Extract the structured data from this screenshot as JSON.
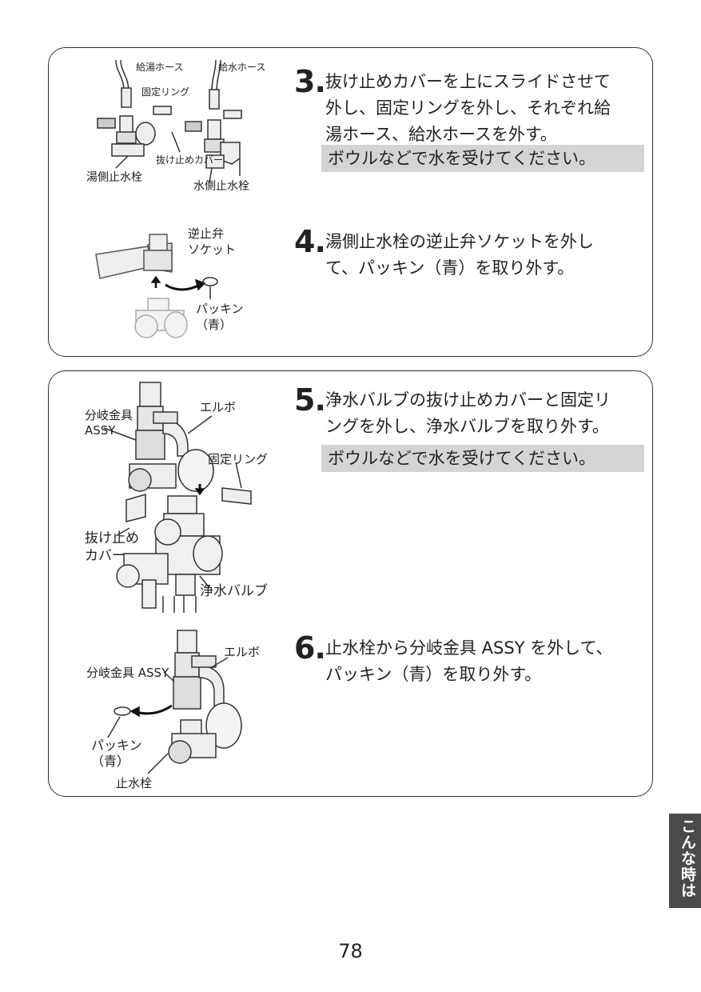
{
  "steps": [
    {
      "number": "3.",
      "text": "抜け止めカバーを上にスライドさせて\n外し、固定リングを外し、それぞれ給\n湯ホース、給水ホースを外す。",
      "note": "ボウルなどで水を受けてください。"
    },
    {
      "number": "4.",
      "text": "湯側止水栓の逆止弁ソケットを外し\nて、パッキン（青）を取り外す。"
    },
    {
      "number": "5.",
      "text": "浄水バルブの抜け止めカバーと固定リ\nングを外し、浄水バルブを取り外す。",
      "note": "ボウルなどで水を受けてください。"
    },
    {
      "number": "6.",
      "text": "止水栓から分岐金具 ASSY を外して、\nパッキン（青）を取り外す。"
    }
  ],
  "figure3": {
    "hot_hose": "給湯ホース",
    "cold_hose": "給水ホース",
    "fixing_ring": "固定リング",
    "retaining_cover": "抜け止めカバー",
    "hot_valve": "湯側止水栓",
    "cold_valve": "水側止水栓"
  },
  "figure4": {
    "check_valve_socket": "逆止弁\nソケット",
    "packing": "パッキン\n（青）"
  },
  "figure5": {
    "branch_assy": "分岐金具\nASSY",
    "elbow": "エルボ",
    "fixing_ring": "固定リング",
    "retaining_cover": "抜け止め\nカバー",
    "filter_valve": "浄水バルブ"
  },
  "figure6": {
    "elbow": "エルボ",
    "branch_assy": "分岐金具 ASSY",
    "packing": "パッキン\n（青）",
    "stop_valve": "止水栓"
  },
  "side_tab": "こんな時は",
  "page_number": "78"
}
